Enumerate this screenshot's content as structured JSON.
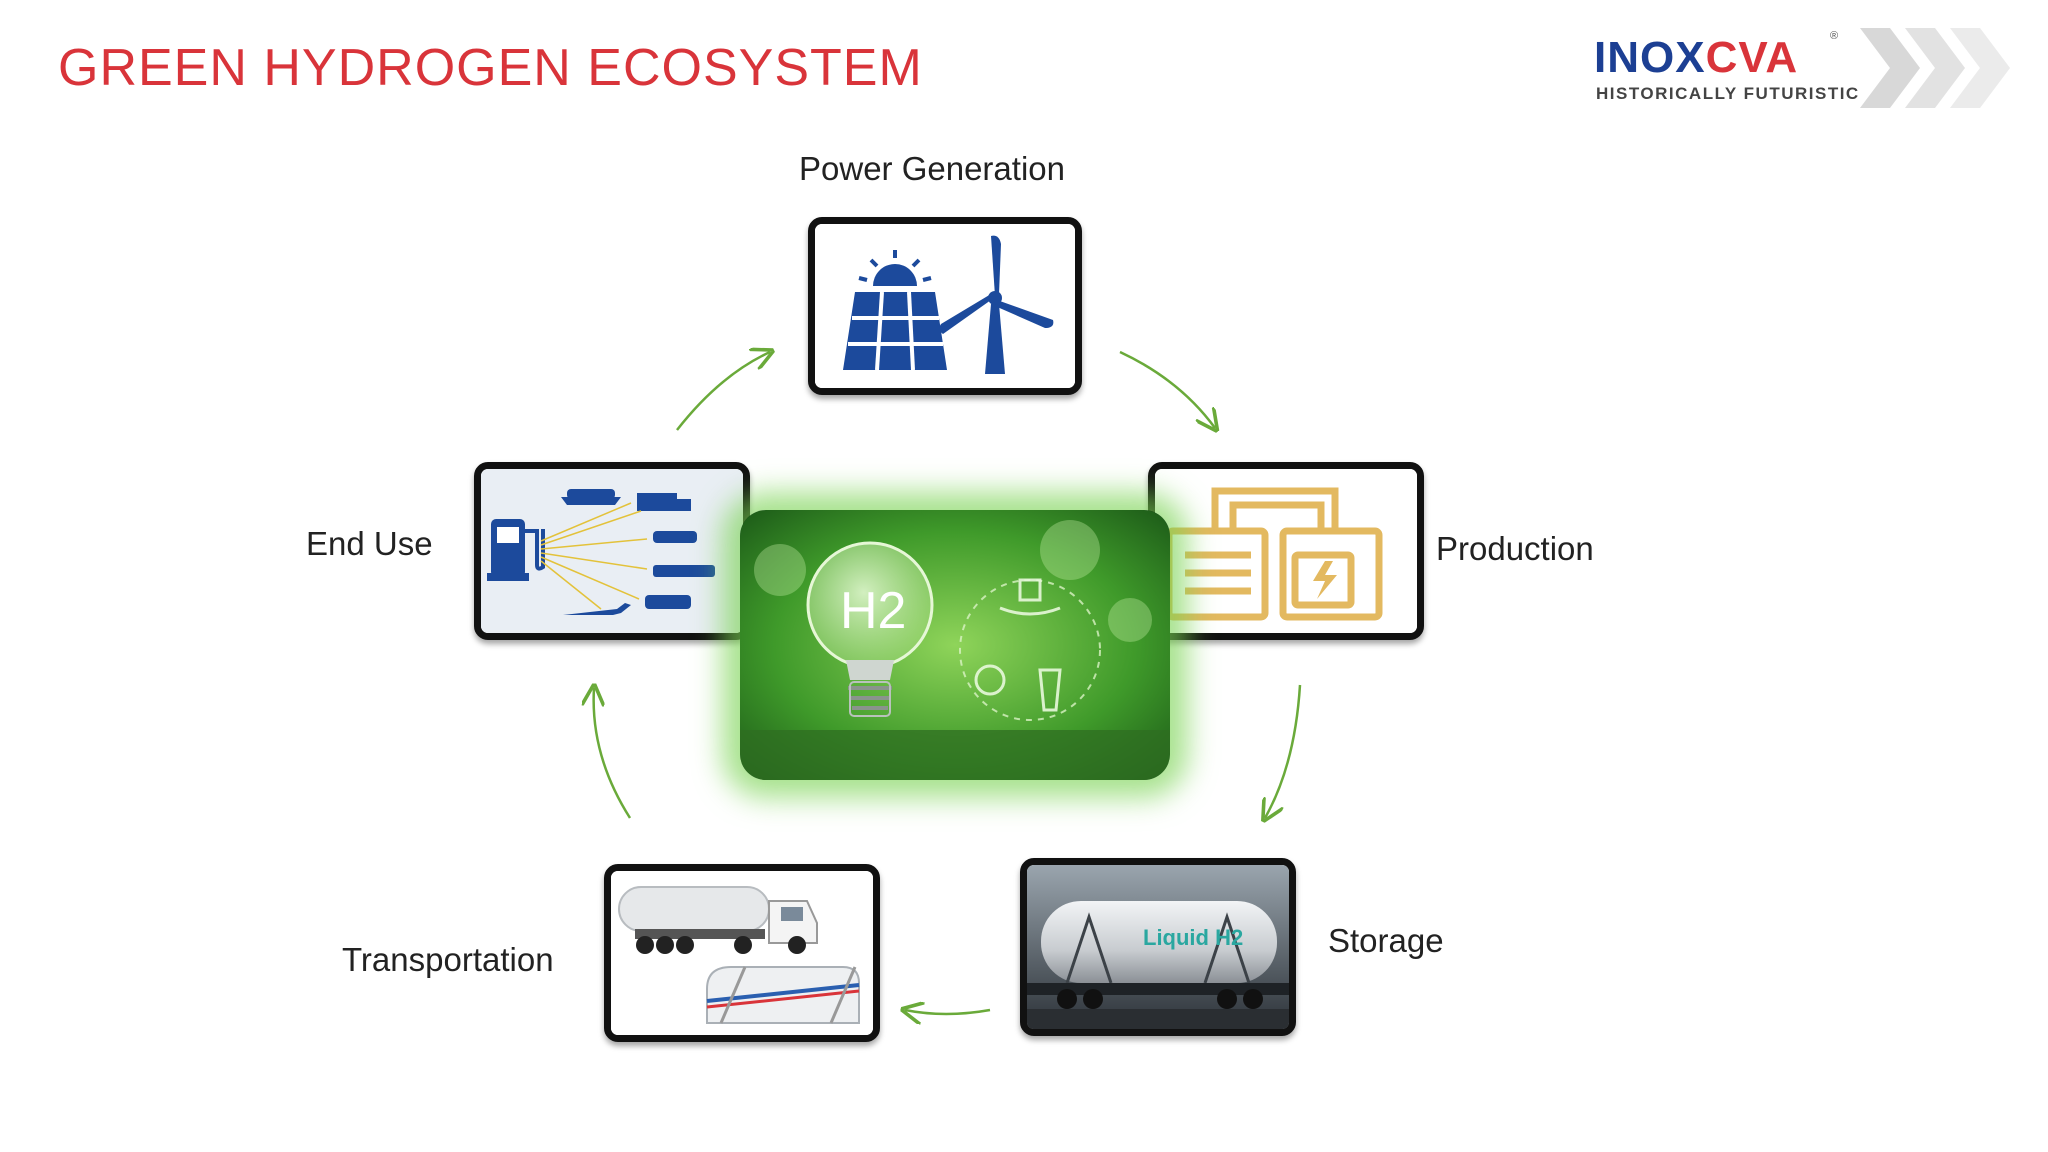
{
  "slide": {
    "title": "GREEN HYDROGEN ECOSYSTEM"
  },
  "logo": {
    "brand_part1": "INOX",
    "brand_part2": "CVA",
    "tagline": "HISTORICALLY FUTURISTIC",
    "registered": "®"
  },
  "cycle": {
    "stages": [
      {
        "label": "Power Generation",
        "icon": "solar-wind-icon"
      },
      {
        "label": "Production",
        "icon": "electrolyzer-icon"
      },
      {
        "label": "Storage",
        "icon": "liquid-h2-tank-icon"
      },
      {
        "label": "Transportation",
        "icon": "tanker-truck-icon"
      },
      {
        "label": "End Use",
        "icon": "h2-fuel-station-icon"
      }
    ],
    "center": {
      "bulb_text": "H2",
      "tank_text": "Liquid H2"
    }
  },
  "colors": {
    "title": "#d9343a",
    "brand_blue": "#1c3f93",
    "arrow": "#6aaa3a",
    "icon_blue": "#1c4a9c",
    "icon_gold": "#e3b960"
  }
}
